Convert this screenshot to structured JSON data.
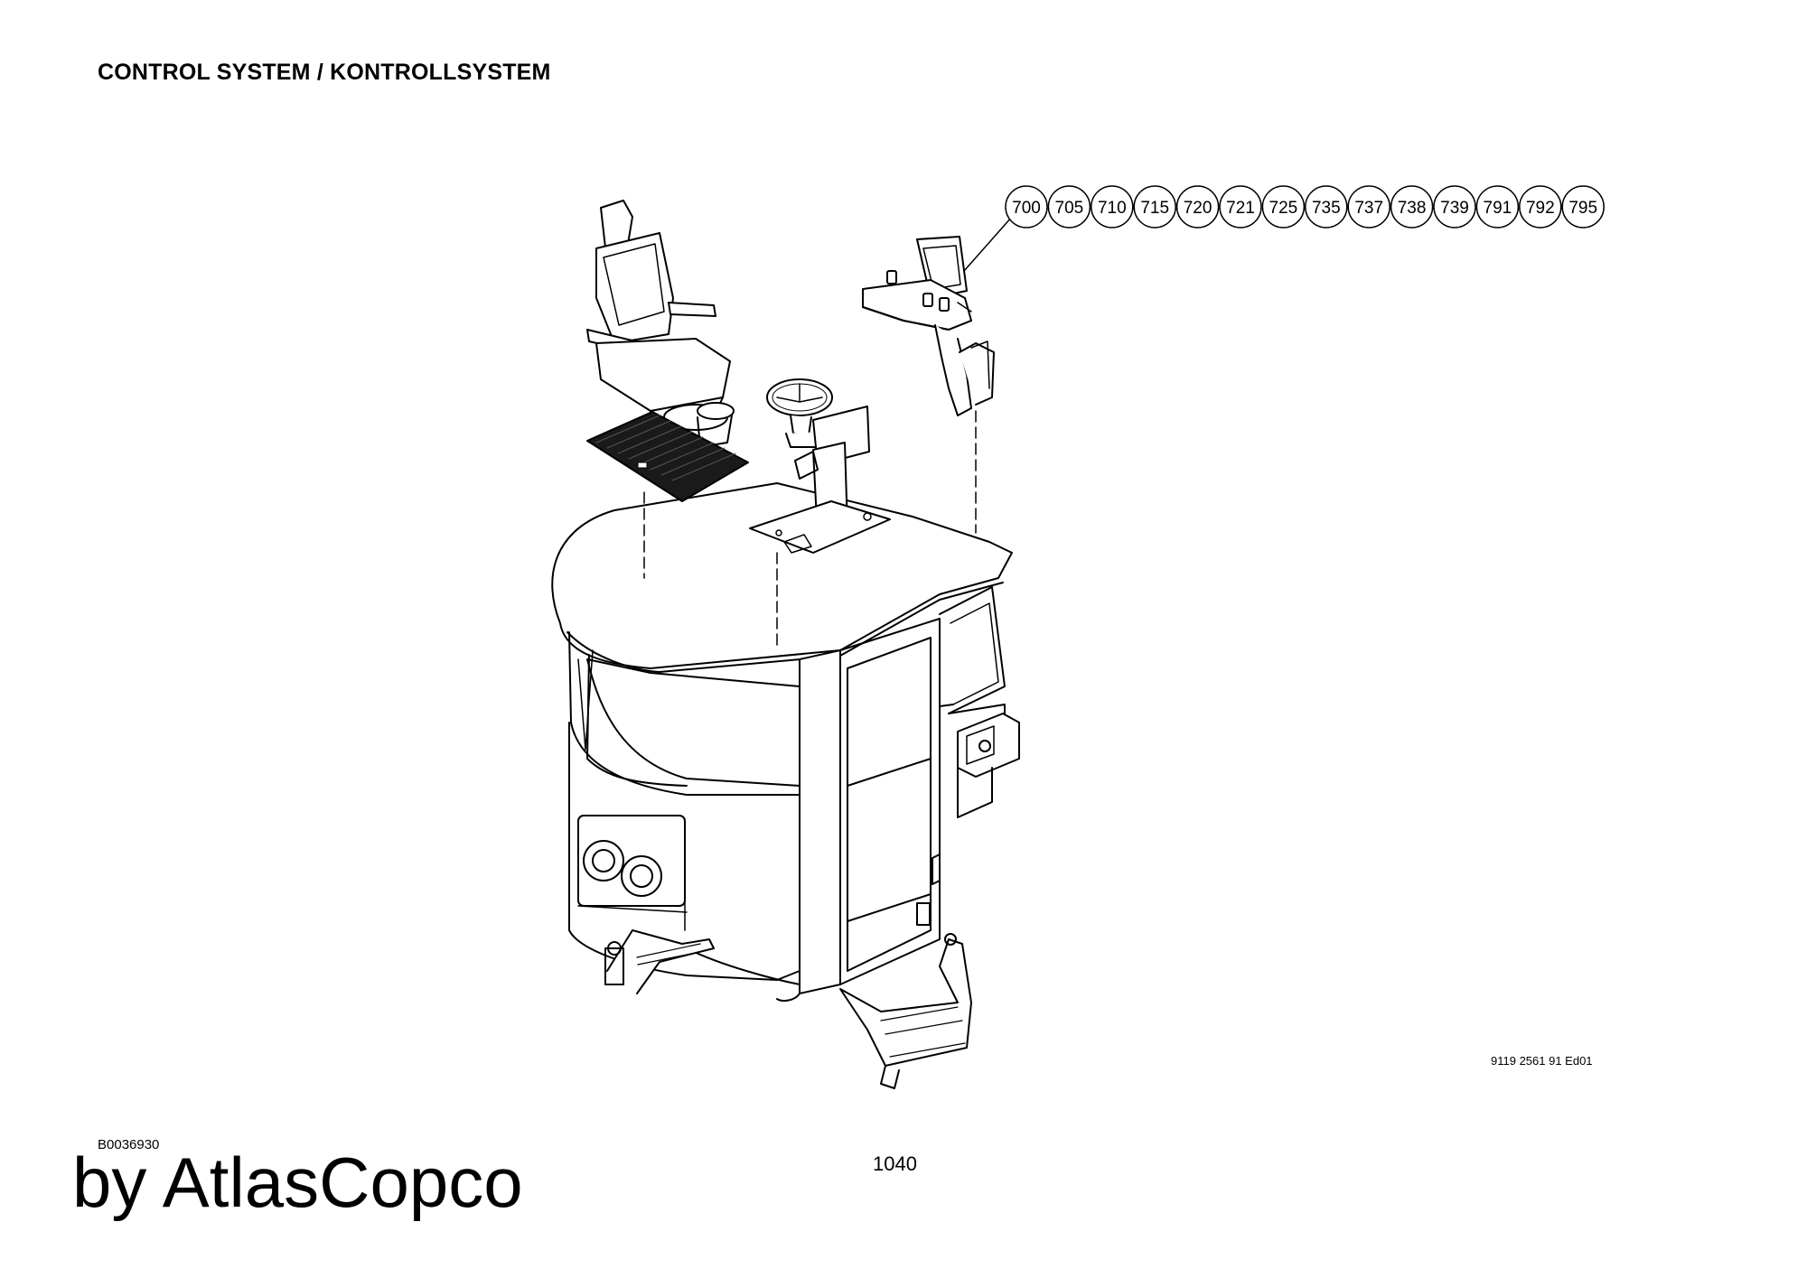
{
  "header": {
    "title": "CONTROL SYSTEM / KONTROLLSYSTEM"
  },
  "callouts": [
    "700",
    "705",
    "710",
    "715",
    "720",
    "721",
    "725",
    "735",
    "737",
    "738",
    "739",
    "791",
    "792",
    "795"
  ],
  "footer": {
    "drawing_number": "9119 2561 91 Ed01",
    "reference_code": "B0036930",
    "page_number": "1040",
    "brand": "by AtlasCopco"
  }
}
